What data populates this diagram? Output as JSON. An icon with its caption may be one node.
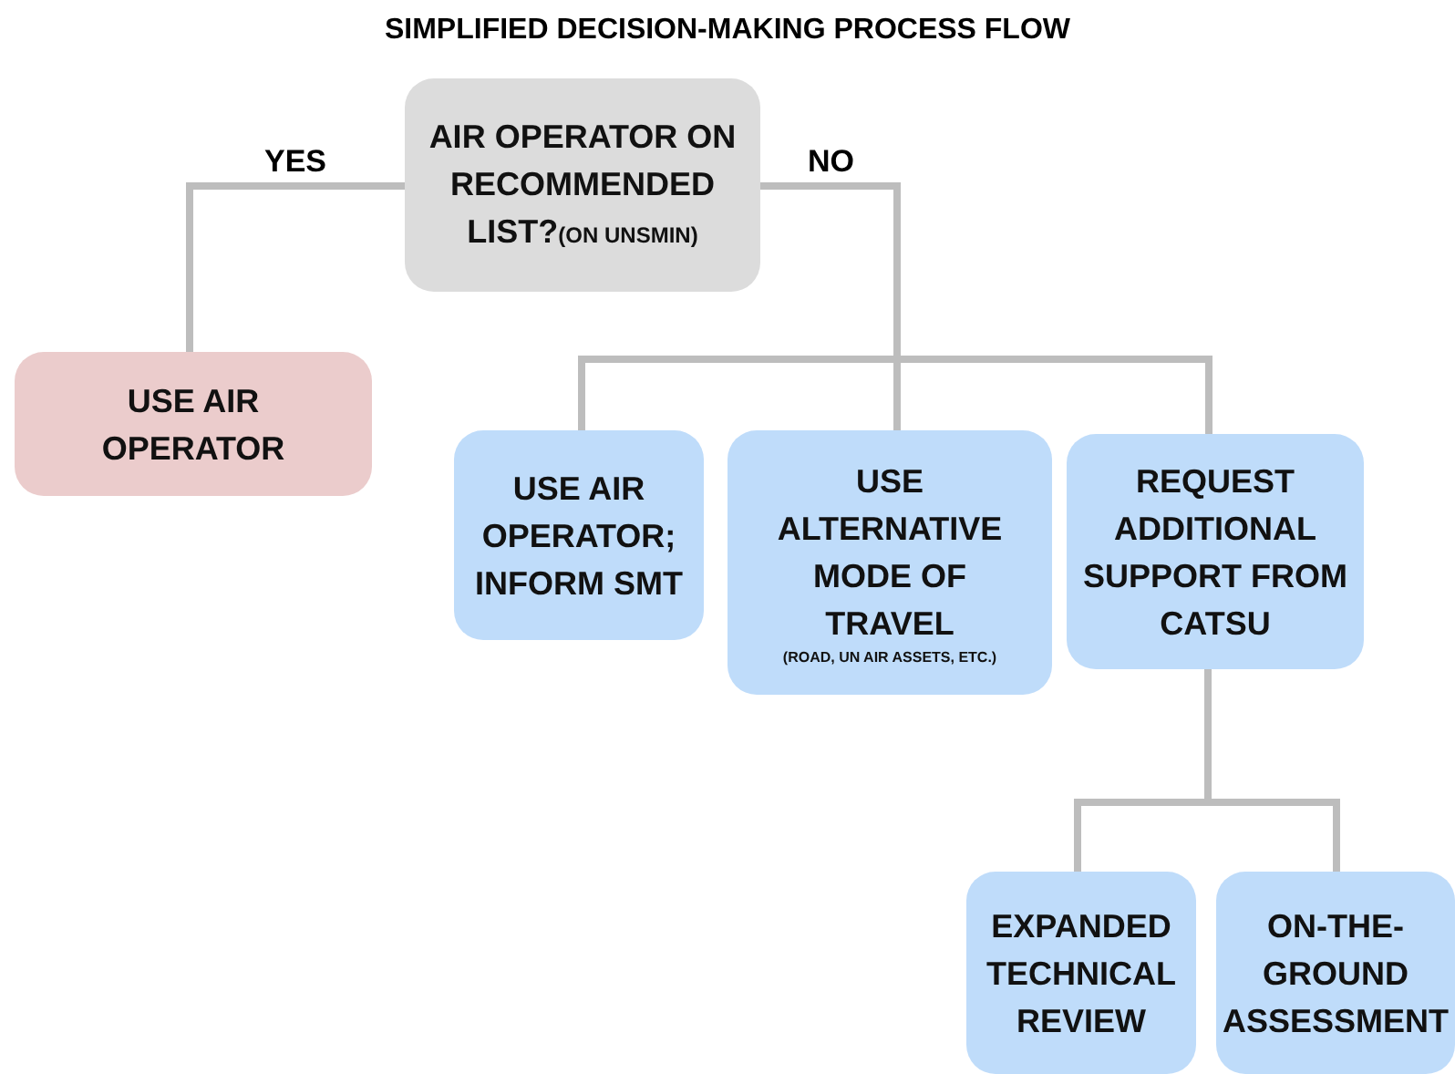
{
  "diagram": {
    "title": "SIMPLIFIED DECISION-MAKING PROCESS FLOW",
    "nodes": [
      {
        "text": [
          "AIR OPERATOR ON RECOMMENDED LIST?",
          "(ON UNSMIN)"
        ]
      },
      {
        "text": [
          "USE AIR OPERATOR"
        ]
      },
      {
        "text": [
          "USE AIR OPERATOR; INFORM SMT"
        ]
      },
      {
        "text": [
          "USE ALTERNATIVE MODE OF TRAVEL",
          "(ROAD, UN AIR ASSETS, ETC.)"
        ]
      },
      {
        "text": [
          "REQUEST ADDITIONAL SUPPORT FROM CATSU"
        ]
      },
      {
        "text": [
          "EXPANDED TECHNICAL REVIEW"
        ]
      },
      {
        "text": [
          "ON-THE-GROUND ASSESSMENT"
        ]
      }
    ],
    "edges": [
      {
        "from": 0,
        "to": 1,
        "arrow": "none",
        "label": "YES"
      },
      {
        "from": 0,
        "to": 2,
        "arrow": "none",
        "label": "NO"
      },
      {
        "from": 0,
        "to": 3,
        "arrow": "none"
      },
      {
        "from": 0,
        "to": 4,
        "arrow": "none"
      },
      {
        "from": 4,
        "to": 5,
        "arrow": "none"
      },
      {
        "from": 4,
        "to": 6,
        "arrow": "none"
      }
    ]
  }
}
